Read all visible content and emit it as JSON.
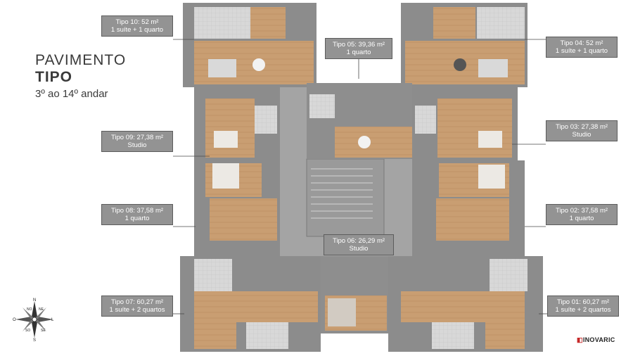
{
  "title": {
    "line1": "PAVIMENTO",
    "line2": "TIPO",
    "line3": "3º ao 14º andar"
  },
  "units": [
    {
      "id": "tipo10",
      "name": "Tipo 10: 52 m²",
      "desc": "1 suíte + 1 quarto"
    },
    {
      "id": "tipo05",
      "name": "Tipo 05: 39,36 m²",
      "desc": "1 quarto"
    },
    {
      "id": "tipo04",
      "name": "Tipo 04: 52 m²",
      "desc": "1 suíte + 1 quarto"
    },
    {
      "id": "tipo09",
      "name": "Tipo 09: 27,38 m²",
      "desc": "Studio"
    },
    {
      "id": "tipo03",
      "name": "Tipo 03: 27,38 m²",
      "desc": "Studio"
    },
    {
      "id": "tipo08",
      "name": "Tipo 08: 37,58 m²",
      "desc": "1 quarto"
    },
    {
      "id": "tipo02",
      "name": "Tipo 02: 37,58 m²",
      "desc": "1 quarto"
    },
    {
      "id": "tipo06",
      "name": "Tipo 06: 26,29 m²",
      "desc": "Studio"
    },
    {
      "id": "tipo07",
      "name": "Tipo 07: 60,27 m²",
      "desc": "1 suíte + 2 quartos"
    },
    {
      "id": "tipo01",
      "name": "Tipo 01: 60,27 m²",
      "desc": "1 suíte + 2 quartos"
    }
  ],
  "compass": {
    "n": "N",
    "s": "S",
    "l": "L",
    "o": "O",
    "ne": "NE",
    "no": "NO",
    "se": "SE",
    "so": "SO"
  },
  "brand": {
    "mark": "◧",
    "name": "INOVARIC"
  },
  "colors": {
    "label_bg": "#939393",
    "floor_wood": "#c89f74",
    "wall": "#8e8e8e",
    "corridor": "#a9a9a9"
  }
}
